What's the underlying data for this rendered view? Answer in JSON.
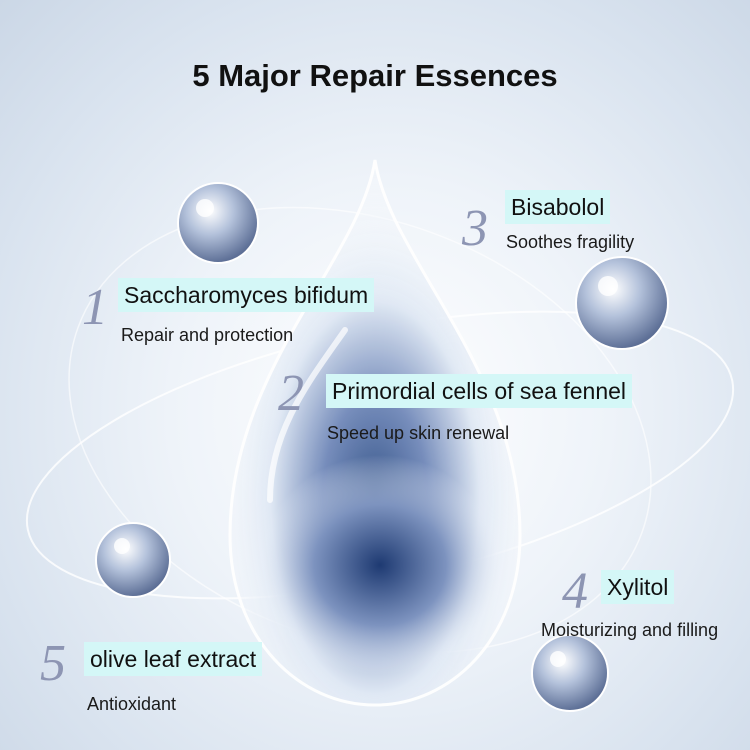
{
  "title": "5 Major Repair Essences",
  "essences": [
    {
      "number": "1",
      "name": "Saccharomyces bifidum",
      "benefit": "Repair and protection"
    },
    {
      "number": "2",
      "name": "Primordial cells of sea fennel",
      "benefit": "Speed up skin renewal"
    },
    {
      "number": "3",
      "name": "Bisabolol",
      "benefit": "Soothes fragility"
    },
    {
      "number": "4",
      "name": "Xylitol",
      "benefit": "Moisturizing and filling"
    },
    {
      "number": "5",
      "name": "olive leaf extract",
      "benefit": "Antioxidant"
    }
  ],
  "colors": {
    "label_bg": "#d4f7f7",
    "numeral": "#8d95b3",
    "sphere": "#9eb0cc"
  }
}
